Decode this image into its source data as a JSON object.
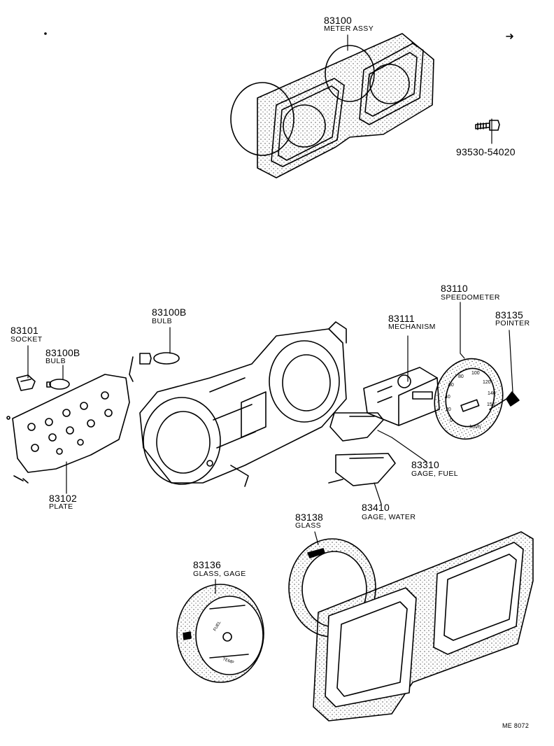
{
  "parts": {
    "meter_assy": {
      "number": "83100",
      "name": "METER ASSY"
    },
    "screw": {
      "number": "93530-54020"
    },
    "speedometer": {
      "number": "83110",
      "name": "SPEEDOMETER"
    },
    "mechanism": {
      "number": "83111",
      "name": "MECHANISM"
    },
    "pointer": {
      "number": "83135",
      "name": "POINTER"
    },
    "bulb_top": {
      "number": "83100B",
      "name": "BULB"
    },
    "socket": {
      "number": "83101",
      "name": "SOCKET"
    },
    "bulb_left": {
      "number": "83100B",
      "name": "BULB"
    },
    "plate": {
      "number": "83102",
      "name": "PLATE"
    },
    "gage_fuel": {
      "number": "83310",
      "name": "GAGE, FUEL"
    },
    "gage_water": {
      "number": "83410",
      "name": "GAGE, WATER"
    },
    "glass": {
      "number": "83138",
      "name": "GLASS"
    },
    "glass_gage": {
      "number": "83136",
      "name": "GLASS, GAGE"
    }
  },
  "dial": {
    "scale": [
      "0",
      "20",
      "40",
      "60",
      "80",
      "100",
      "120",
      "140",
      "150"
    ],
    "unit": "km/h"
  },
  "gage_face": {
    "fuel": "FUEL",
    "temp": "TEMP"
  },
  "drawing_code": "ME 8072"
}
